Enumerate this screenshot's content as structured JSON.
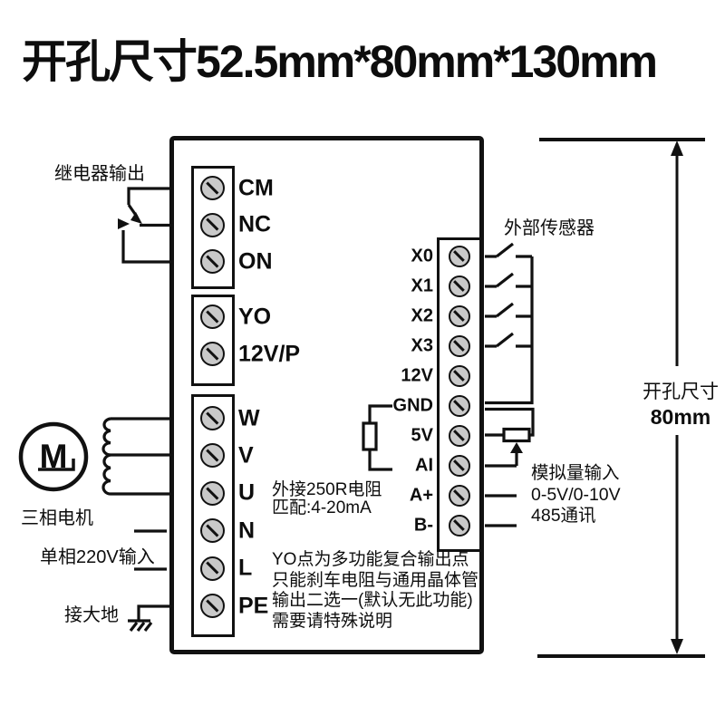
{
  "title": "开孔尺寸52.5mm*80mm*130mm",
  "labels": {
    "relay_output": "继电器输出",
    "external_sensor": "外部传感器",
    "three_phase_motor": "三相电机",
    "single_phase_input": "单相220V输入",
    "earth_ground": "接大地",
    "motor_letter": "M"
  },
  "strips": {
    "relay": {
      "terminals": [
        "CM",
        "NC",
        "ON"
      ]
    },
    "aux": {
      "terminals": [
        "YO",
        "12V/P"
      ]
    },
    "power": {
      "terminals": [
        "W",
        "V",
        "U",
        "N",
        "L",
        "PE"
      ]
    },
    "io": {
      "terminals": [
        "X0",
        "X1",
        "X2",
        "X3",
        "12V",
        "GND",
        "5V",
        "AI",
        "A+",
        "B-"
      ]
    }
  },
  "notes": {
    "resistor": [
      "外接250R电阻",
      "匹配:4-20mA"
    ],
    "yo": [
      "YO点为多功能复合输出点",
      "只能刹车电阻与通用晶体管",
      "输出二选一(默认无此功能)",
      "需要请特殊说明"
    ],
    "analog": [
      "模拟量输入",
      "0-5V/0-10V",
      "485通讯"
    ]
  },
  "dimension": {
    "label": "开孔尺寸",
    "value": "80mm"
  },
  "colors": {
    "ink": "#111111",
    "screw_fill": "#c9c9c9",
    "background": "#ffffff"
  }
}
